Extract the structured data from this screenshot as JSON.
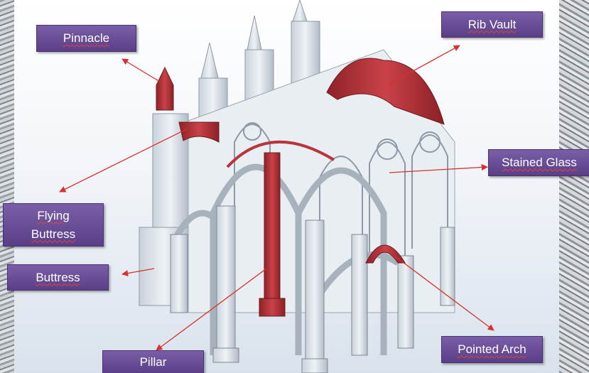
{
  "labels": {
    "pinnacle": "Pinnacle",
    "rib_vault": "Rib Vault",
    "stained_glass": "Stained Glass",
    "flying_buttress_line1": "Flying",
    "flying_buttress_line2": "Buttress",
    "buttress": "Buttress",
    "pillar": "Pillar",
    "pointed_arch": "Pointed Arch"
  },
  "colors": {
    "label_fill": "#5f4490",
    "arrow": "#d8312b",
    "highlight": "#b8353a",
    "stone": "#dde3ea"
  }
}
